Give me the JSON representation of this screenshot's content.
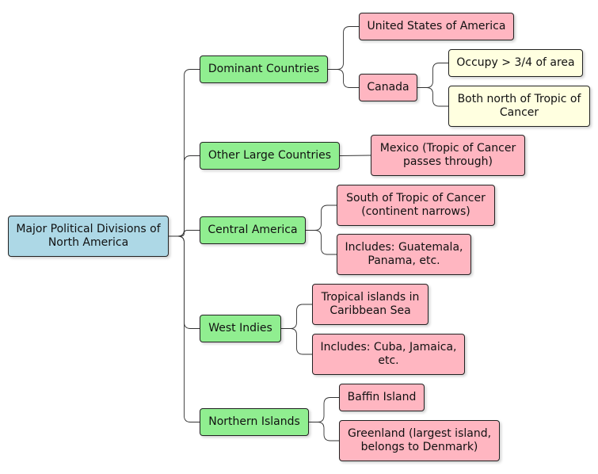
{
  "root": {
    "label": "Major Political Divisions of North America",
    "color": "#add8e6"
  },
  "branches": [
    {
      "label": "Dominant Countries",
      "children": [
        {
          "label": "United States of America"
        },
        {
          "label": "Canada",
          "children": [
            {
              "label": "Occupy > 3/4 of area"
            },
            {
              "label": "Both north of Tropic of Cancer"
            }
          ]
        }
      ]
    },
    {
      "label": "Other Large Countries",
      "children": [
        {
          "label": "Mexico (Tropic of Cancer passes through)"
        }
      ]
    },
    {
      "label": "Central America",
      "children": [
        {
          "label": "South of Tropic of Cancer (continent narrows)"
        },
        {
          "label": "Includes: Guatemala, Panama, etc."
        }
      ]
    },
    {
      "label": "West Indies",
      "children": [
        {
          "label": "Tropical islands in Caribbean Sea"
        },
        {
          "label": "Includes: Cuba, Jamaica, etc."
        }
      ]
    },
    {
      "label": "Northern Islands",
      "children": [
        {
          "label": "Baffin Island"
        },
        {
          "label": "Greenland (largest island, belongs to Denmark)"
        }
      ]
    }
  ],
  "colors": {
    "level1": "#90ee90",
    "level2": "#ffb6c1",
    "level3": "#ffffe0",
    "line": "#333333"
  }
}
